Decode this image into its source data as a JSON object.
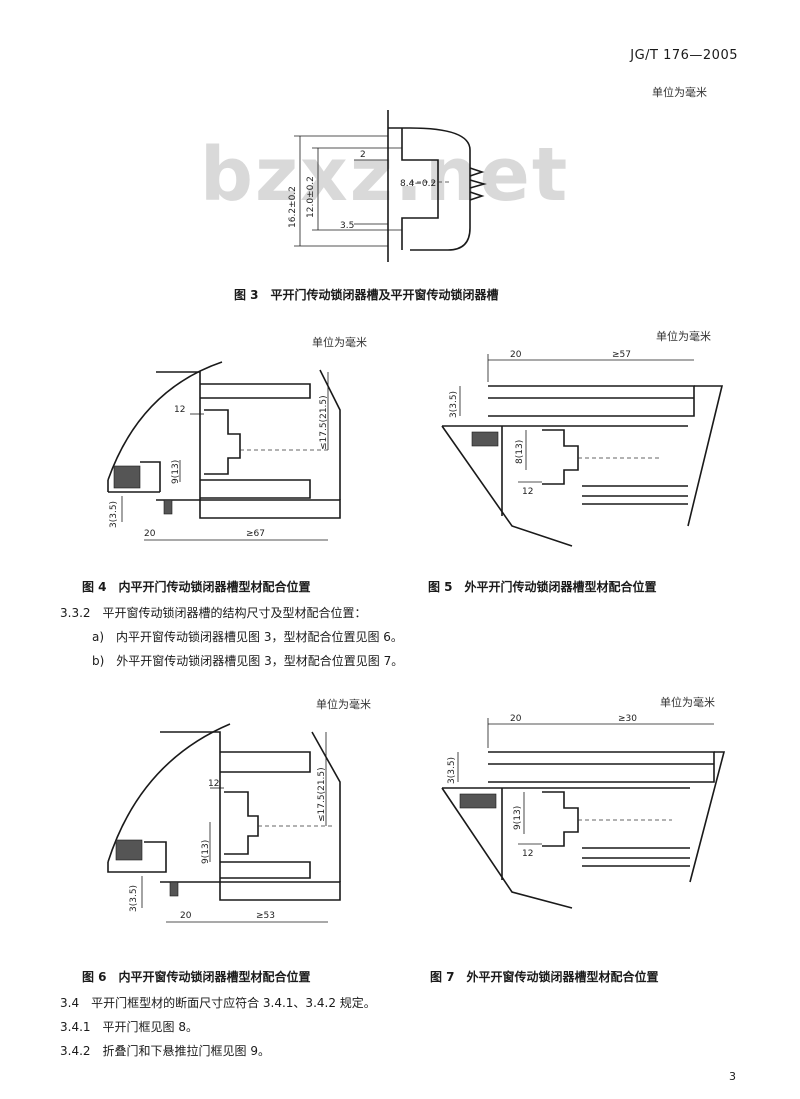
{
  "header": {
    "standard_no": "JG/T 176—2005"
  },
  "watermark": "bzxz.net",
  "units": {
    "fig3": "单位为毫米",
    "fig4": "单位为毫米",
    "fig5": "单位为毫米",
    "fig6": "单位为毫米",
    "fig7": "单位为毫米"
  },
  "fig3": {
    "caption": "图 3　平开门传动锁闭器槽及平开窗传动锁闭器槽",
    "dims": {
      "overall": "16.2±0.2",
      "inner": "12.0±0.2",
      "top_gap": "2",
      "slot": "8.4−0.2",
      "bottom_gap": "3.5"
    }
  },
  "fig4": {
    "caption": "图 4　内平开门传动锁闭器槽型材配合位置",
    "dims": {
      "d12": "12",
      "d9": "9(13)",
      "d3": "3(3.5)",
      "d20": "20",
      "dge": "≥67",
      "dlt": "≤17.5(21.5)"
    }
  },
  "fig5": {
    "caption": "图 5　外平开门传动锁闭器槽型材配合位置",
    "dims": {
      "d20": "20",
      "dge": "≥57",
      "d3": "3(3.5)",
      "d8": "8(13)",
      "d12": "12"
    }
  },
  "text": {
    "l332": "3.3.2　平开窗传动锁闭器槽的结构尺寸及型材配合位置：",
    "la": "a)　内平开窗传动锁闭器槽见图 3，型材配合位置见图 6。",
    "lb": "b)　外平开窗传动锁闭器槽见图 3，型材配合位置见图 7。",
    "l34": "3.4　平开门框型材的断面尺寸应符合 3.4.1、3.4.2 规定。",
    "l341": "3.4.1　平开门框见图 8。",
    "l342": "3.4.2　折叠门和下悬推拉门框见图 9。"
  },
  "fig6": {
    "caption": "图 6　内平开窗传动锁闭器槽型材配合位置",
    "dims": {
      "d12": "12",
      "d9": "9(13)",
      "d3": "3(3.5)",
      "d20": "20",
      "dge": "≥53",
      "dlt": "≤17.5(21.5)"
    }
  },
  "fig7": {
    "caption": "图 7　外平开窗传动锁闭器槽型材配合位置",
    "dims": {
      "d20": "20",
      "dge": "≥30",
      "d3": "3(3.5)",
      "d9": "9(13)",
      "d12": "12"
    }
  },
  "page_no": "3"
}
